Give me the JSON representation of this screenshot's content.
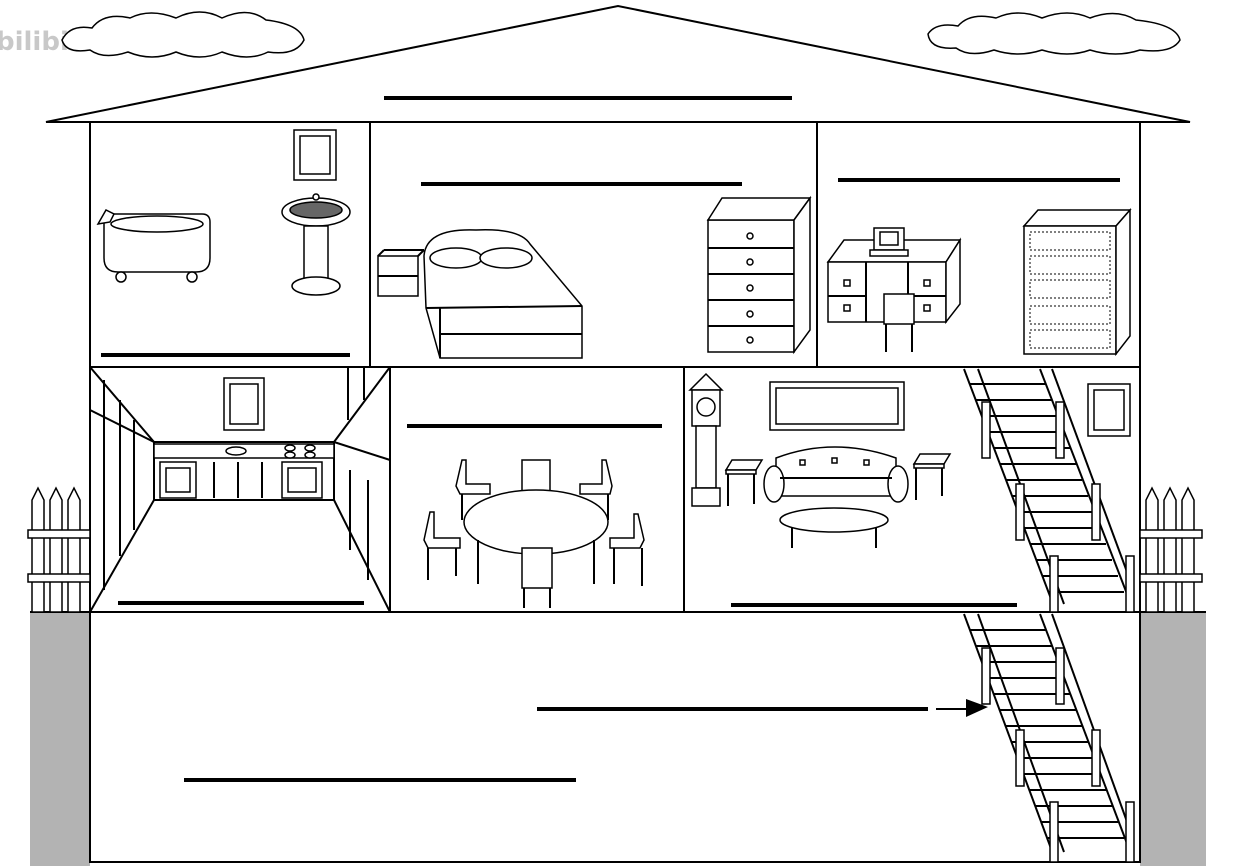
{
  "watermark": {
    "text": "bilibili"
  },
  "footer": {
    "caption": ""
  },
  "colors": {
    "ground": "#b3b3b3",
    "outline": "#000000",
    "background": "#ffffff",
    "watermark": "#c8c8c8"
  },
  "rooms": [
    {
      "name": "attic",
      "label": ""
    },
    {
      "name": "bathroom",
      "label": ""
    },
    {
      "name": "bedroom",
      "label": ""
    },
    {
      "name": "study",
      "label": ""
    },
    {
      "name": "kitchen",
      "label": ""
    },
    {
      "name": "dining-room",
      "label": ""
    },
    {
      "name": "living-room",
      "label": ""
    },
    {
      "name": "basement-stairs",
      "label": ""
    },
    {
      "name": "basement",
      "label": ""
    }
  ],
  "icons": [
    "cloud-icon",
    "bathtub-icon",
    "sink-icon",
    "mirror-icon",
    "bed-icon",
    "nightstand-icon",
    "dresser-icon",
    "desk-icon",
    "computer-icon",
    "bookshelf-icon",
    "cabinet-icon",
    "stove-icon",
    "dining-table-icon",
    "chair-icon",
    "grandfather-clock-icon",
    "sofa-icon",
    "coffee-table-icon",
    "staircase-icon",
    "fence-icon",
    "arrow-icon"
  ]
}
